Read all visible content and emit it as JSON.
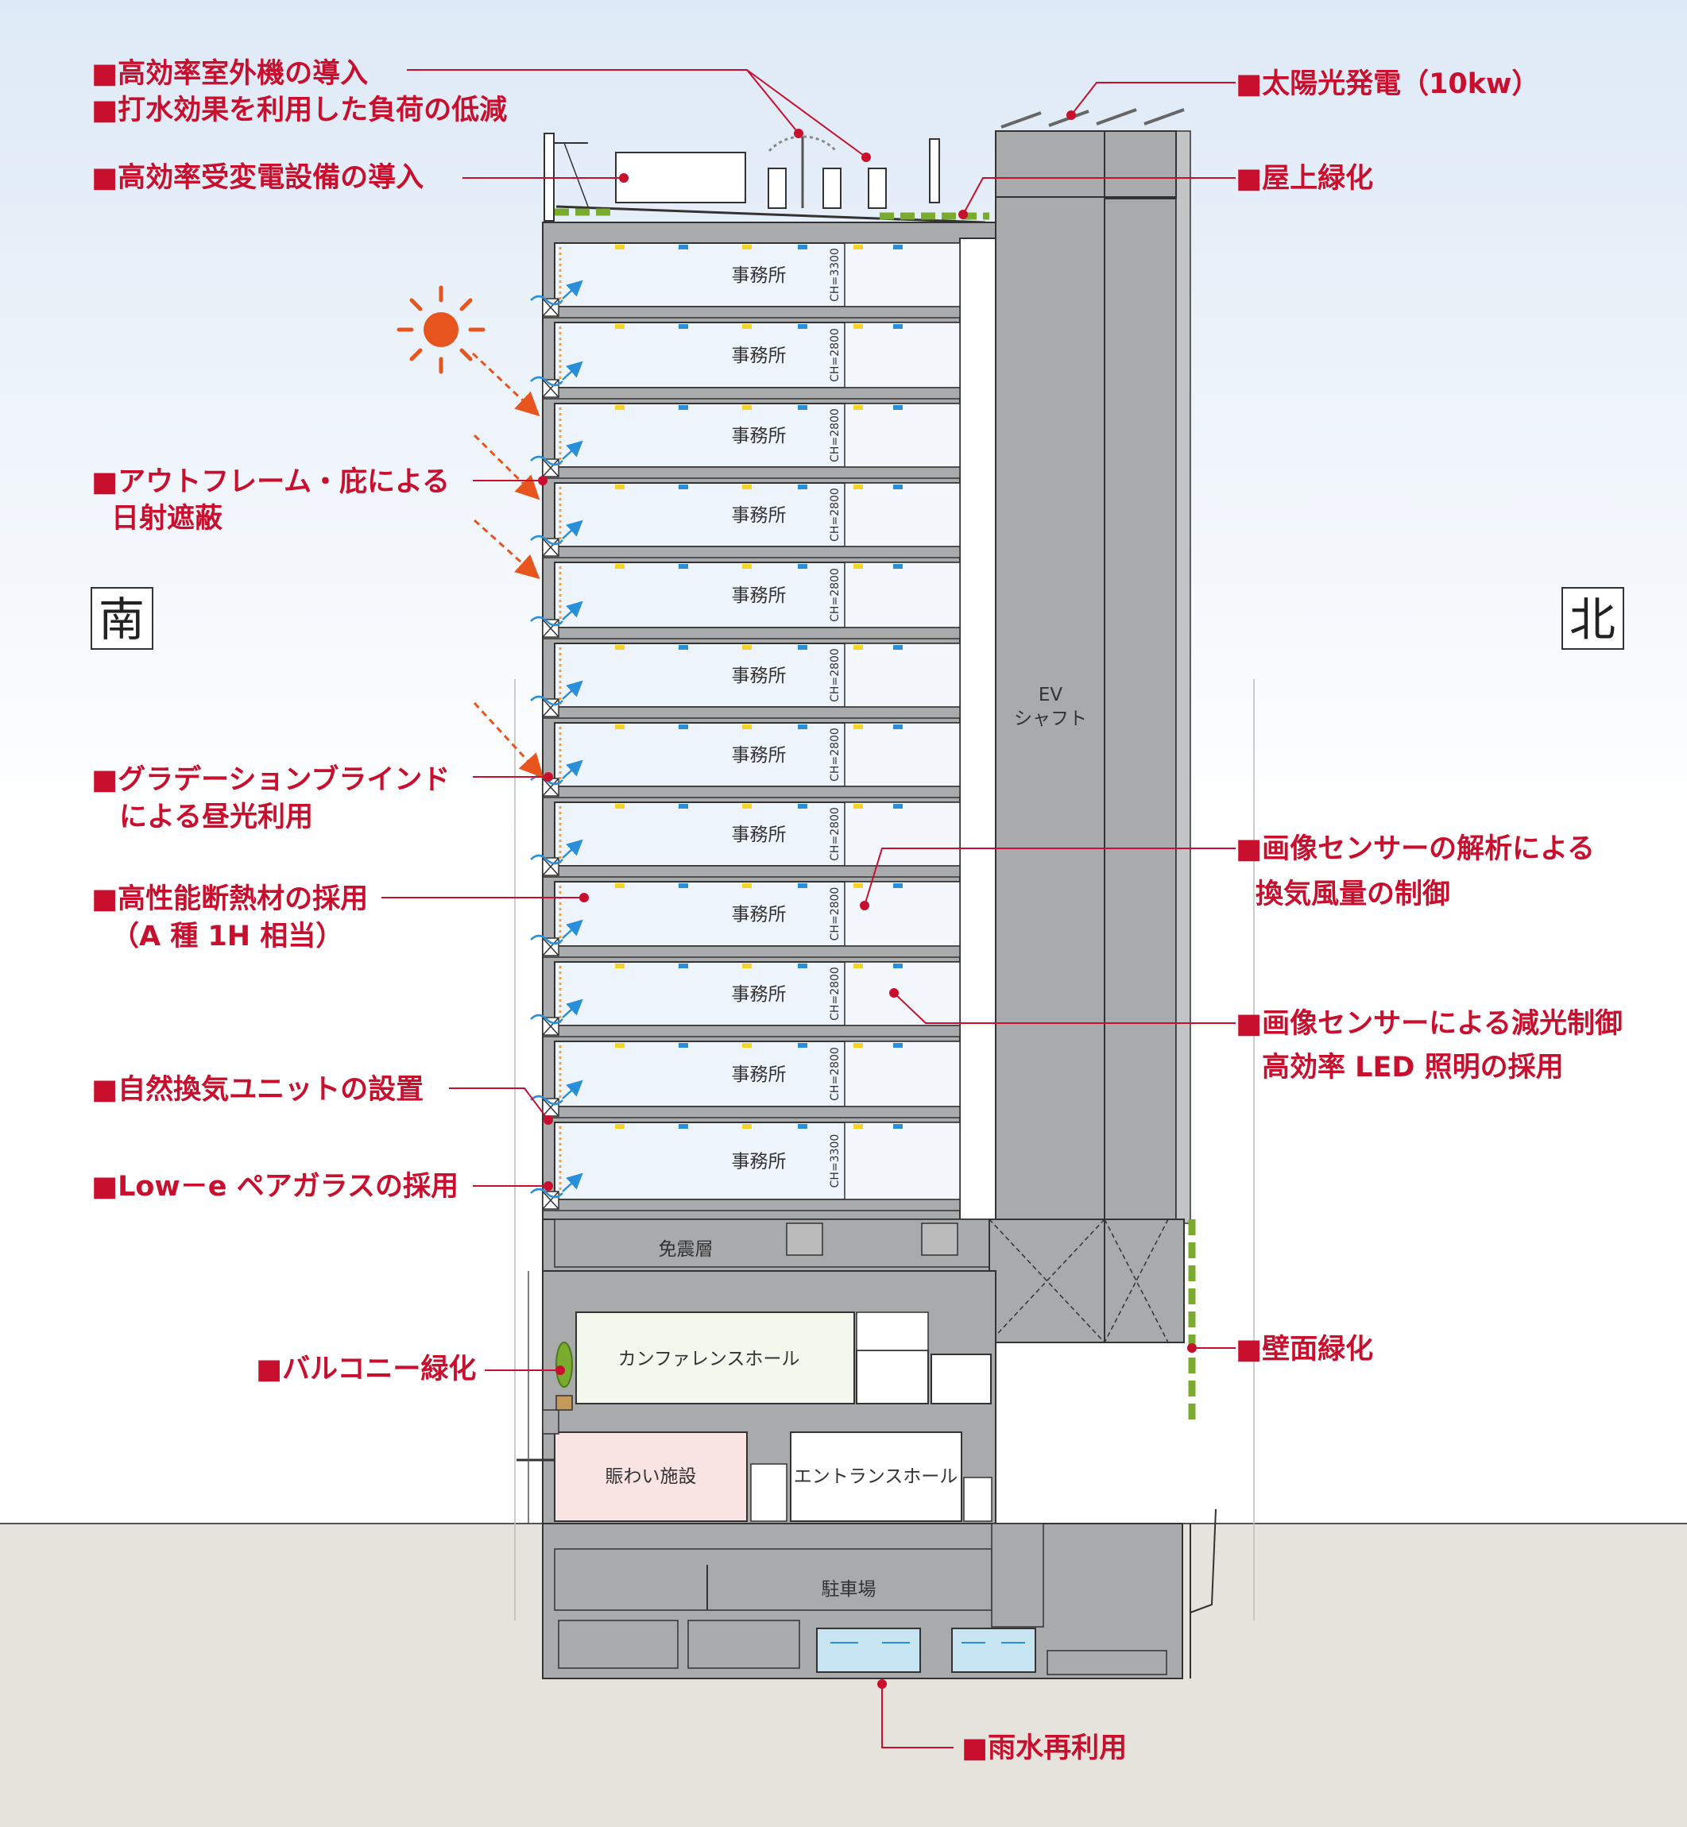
{
  "directions": {
    "south": "南",
    "north": "北"
  },
  "callouts": [
    {
      "id": "outdoor-unit",
      "lines": [
        "■高効率室外機の導入",
        "■打水効果を利用した負荷の低減"
      ]
    },
    {
      "id": "substation",
      "lines": [
        "■高効率受変電設備の導入"
      ]
    },
    {
      "id": "solar",
      "lines": [
        "■太陽光発電（10kw）"
      ]
    },
    {
      "id": "roof-green",
      "lines": [
        "■屋上緑化"
      ]
    },
    {
      "id": "shading",
      "lines": [
        "■アウトフレーム・庇による",
        "日射遮蔽"
      ]
    },
    {
      "id": "blind",
      "lines": [
        "■グラデーションブラインド",
        "による昼光利用"
      ]
    },
    {
      "id": "insulation",
      "lines": [
        "■高性能断熱材の採用",
        "（A 種 1H 相当）"
      ]
    },
    {
      "id": "natural-vent",
      "lines": [
        "■自然換気ユニットの設置"
      ]
    },
    {
      "id": "low-e",
      "lines": [
        "■Low－e ペアガラスの採用"
      ]
    },
    {
      "id": "balcony-green",
      "lines": [
        "■バルコニー緑化"
      ]
    },
    {
      "id": "image-vent",
      "lines": [
        "■画像センサーの解析による",
        "換気風量の制御"
      ]
    },
    {
      "id": "image-light",
      "lines": [
        "■画像センサーによる減光制御",
        "高効率 LED 照明の採用"
      ]
    },
    {
      "id": "wall-green",
      "lines": [
        "■壁面緑化"
      ]
    },
    {
      "id": "rainwater",
      "lines": [
        "■雨水再利用"
      ]
    }
  ],
  "floors": [
    {
      "room": "事務所",
      "ch": "CH=3300"
    },
    {
      "room": "事務所",
      "ch": "CH=2800"
    },
    {
      "room": "事務所",
      "ch": "CH=2800"
    },
    {
      "room": "事務所",
      "ch": "CH=2800"
    },
    {
      "room": "事務所",
      "ch": "CH=2800"
    },
    {
      "room": "事務所",
      "ch": "CH=2800"
    },
    {
      "room": "事務所",
      "ch": "CH=2800"
    },
    {
      "room": "事務所",
      "ch": "CH=2800"
    },
    {
      "room": "事務所",
      "ch": "CH=2800"
    },
    {
      "room": "事務所",
      "ch": "CH=2800"
    },
    {
      "room": "事務所",
      "ch": "CH=2800"
    },
    {
      "room": "事務所",
      "ch": "CH=3300"
    }
  ],
  "rooms": {
    "ev_shaft": [
      "EV",
      "シャフト"
    ],
    "seismic": "免震層",
    "conference": "カンファレンスホール",
    "nigiwai": "賑わい施設",
    "entrance": "エントランスホール",
    "parking": "駐車場"
  },
  "colors": {
    "accent": "#c8102e",
    "green": "#7aab2e",
    "sun": "#e8541e",
    "concrete": "#a9aaab"
  }
}
